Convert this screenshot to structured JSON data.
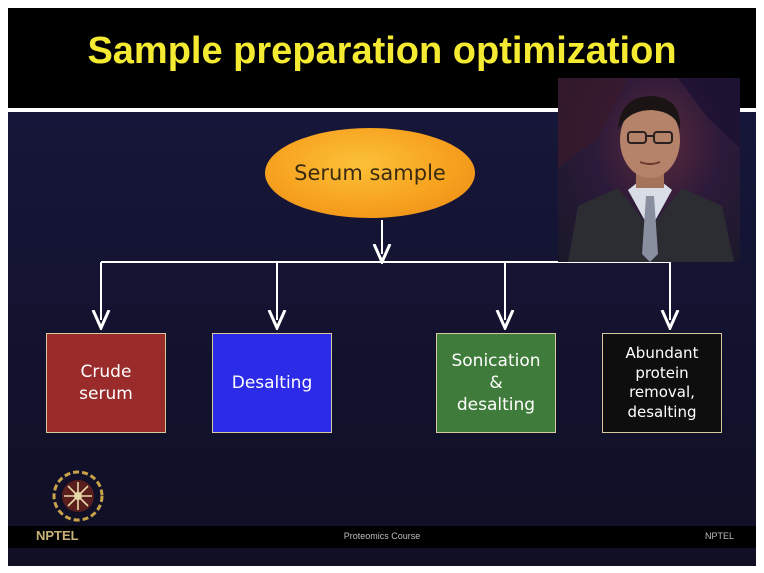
{
  "slide": {
    "title": "Sample preparation optimization"
  },
  "diagram": {
    "root": "Serum sample",
    "branches": [
      "Crude\nserum",
      "Desalting",
      "Sonication\n&\ndesalting",
      "Abundant\nprotein\nremoval,\ndesalting"
    ],
    "colors": {
      "root": "#f7a21f",
      "branch_1": "#9a2b2b",
      "branch_2": "#2b2be8",
      "branch_3": "#3f7b3a",
      "branch_4": "#0e0e0e",
      "title": "#f4ea31"
    }
  },
  "footer": {
    "left": "NPTEL",
    "center": "Proteomics Course",
    "right": "NPTEL"
  },
  "images": {
    "speaker": "presenter-video-inset",
    "logo": "nptel-logo"
  }
}
